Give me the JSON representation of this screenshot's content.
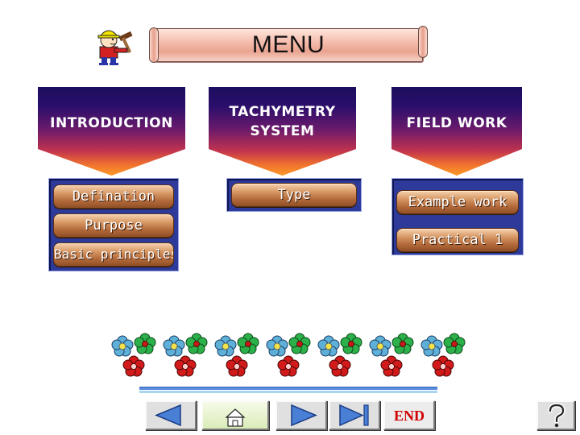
{
  "title": "MENU",
  "sections": [
    {
      "heading_lines": [
        "INTRODUCTION"
      ],
      "buttons": [
        "Defination",
        "Purpose",
        "Basic principles"
      ]
    },
    {
      "heading_lines": [
        "TACHYMETRY",
        "SYSTEM"
      ],
      "buttons": [
        "Type"
      ]
    },
    {
      "heading_lines": [
        "FIELD WORK"
      ],
      "buttons": [
        "Example work",
        "Practical 1"
      ]
    }
  ],
  "nav": {
    "end_label": "END"
  },
  "colors": {
    "panel_blue": "#2d3a9a",
    "button_brown": "#b2693a",
    "banner_top": "#1c0d5e",
    "banner_bottom": "#fb9a2a",
    "end_red": "#d00000"
  },
  "icons": [
    "mascot-construction-worker-icon",
    "flower-decoration-icon",
    "back-arrow-icon",
    "home-icon",
    "next-arrow-icon",
    "last-slide-icon",
    "help-question-icon"
  ]
}
